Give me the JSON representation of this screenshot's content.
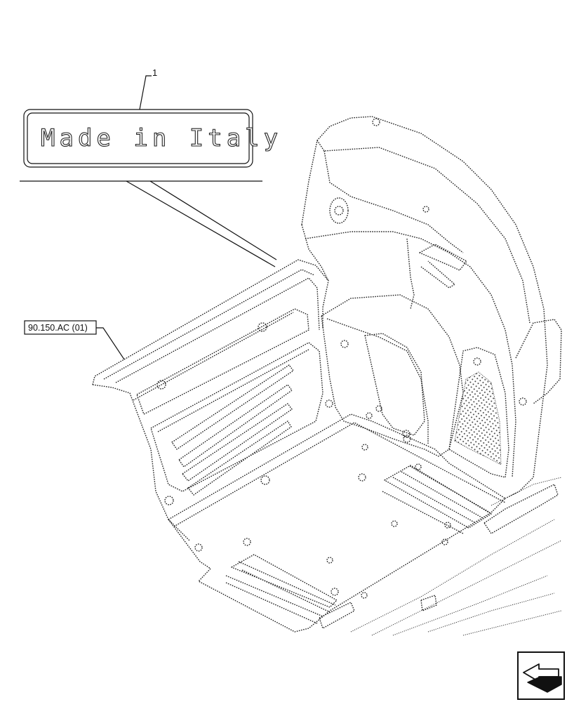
{
  "callout": {
    "number": "1"
  },
  "decal": {
    "text": "Made in Italy"
  },
  "reference": {
    "label": "90.150.AC (01)"
  },
  "nav_icon": {
    "name": "previous-page-icon"
  }
}
